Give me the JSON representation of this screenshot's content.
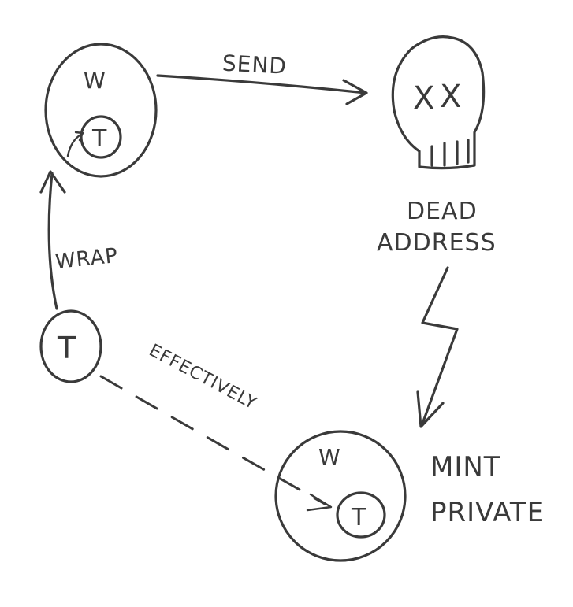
{
  "labels": {
    "wrapped_node_letter": "W",
    "token_node_letter": "T",
    "send_arrow_label": "SEND",
    "wrap_arrow_label": "WRAP",
    "effectively_arrow_label": "EFFECTIVELY",
    "dead_address_line1": "DEAD",
    "dead_address_line2": "ADDRESS",
    "skull_eye_mark": "X",
    "mint_private_line1": "MINT",
    "mint_private_line2": "PRIVATE"
  },
  "colors": {
    "ink": "#3a3a3a",
    "background": "#ffffff"
  },
  "icons": {
    "dead_address": "skull-icon",
    "mint_private_edge": "lightning-bolt-icon"
  }
}
